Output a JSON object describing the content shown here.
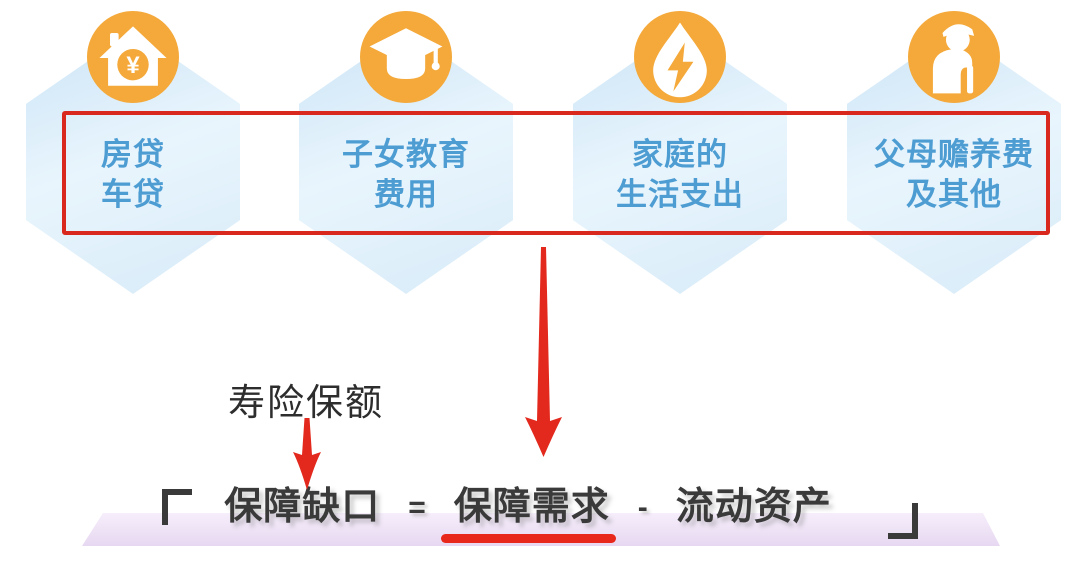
{
  "colors": {
    "accent_red": "#E3291D",
    "frame_red": "#D9291E",
    "icon_orange": "#F4A93A",
    "hexagon_blue": "#D7EBF8",
    "label_blue": "#4D9DD3",
    "formula_text": "#3A3A3A",
    "band_purple": "#E7D8F1"
  },
  "categories": [
    {
      "icon": "house-yen-icon",
      "lines": [
        "房贷",
        "车贷"
      ]
    },
    {
      "icon": "graduation-cap-icon",
      "lines": [
        "子女教育",
        "费用"
      ]
    },
    {
      "icon": "water-drop-lightning-icon",
      "lines": [
        "家庭的",
        "生活支出"
      ]
    },
    {
      "icon": "elderly-person-icon",
      "lines": [
        "父母赡养费",
        "及其他"
      ]
    }
  ],
  "annotation": {
    "label": "寿险保额"
  },
  "formula": {
    "open_bracket": "「",
    "term_gap": "保障缺口",
    "equals": "=",
    "term_need": "保障需求",
    "minus": "-",
    "term_assets": "流动资产",
    "close_bracket": "」"
  }
}
